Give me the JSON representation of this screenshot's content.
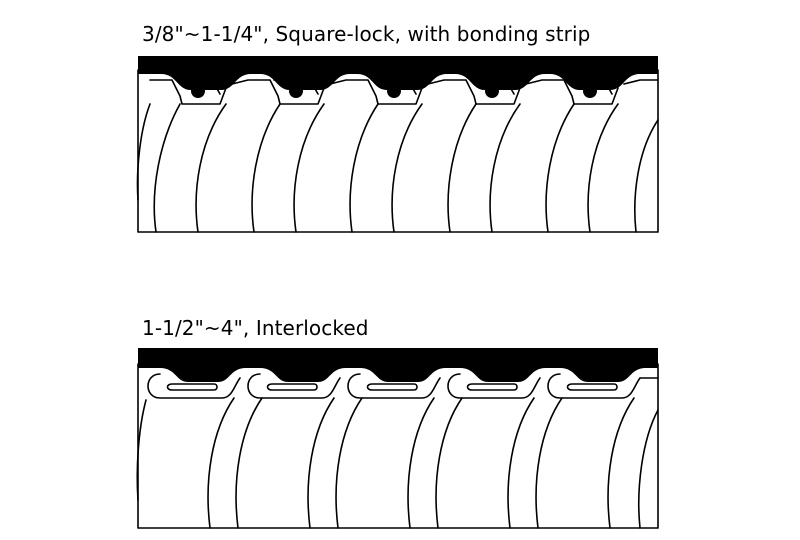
{
  "diagrams": [
    {
      "caption": "3/8\"~1-1/4\", Square-lock, with bonding strip",
      "profile": "square-lock",
      "bonding_strip": true,
      "jacket_color": "#000000"
    },
    {
      "caption": "1-1/2\"~4\", Interlocked",
      "profile": "interlocked",
      "bonding_strip": false,
      "jacket_color": "#000000"
    }
  ]
}
